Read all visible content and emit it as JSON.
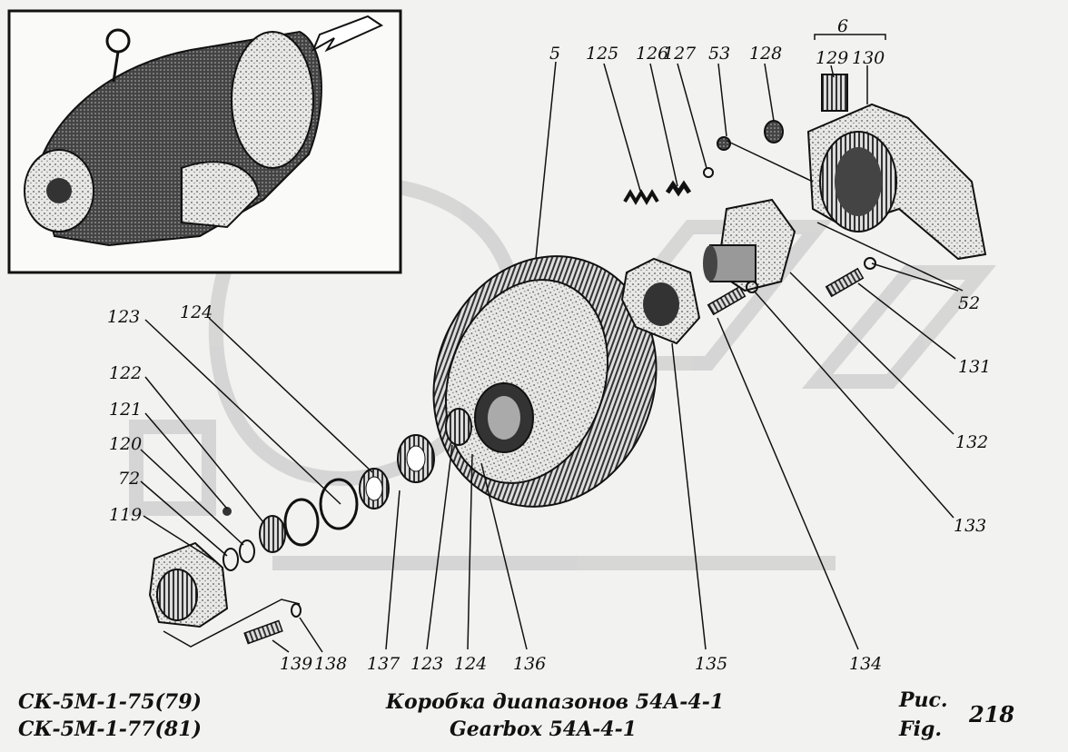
{
  "diagram": {
    "title_ru": "Коробка диапазонов 54А-4-1",
    "title_en": "Gearbox 54A-4-1",
    "models": [
      "СК-5М-1-75(79)",
      "СК-5М-1-77(81)"
    ],
    "fig_label_ru": "Рис.",
    "fig_label_en": "Fig.",
    "fig_number": "218",
    "group_label": "6",
    "part_numbers": {
      "p5": "5",
      "p125": "125",
      "p126": "126",
      "p127": "127",
      "p53": "53",
      "p128": "128",
      "p129": "129",
      "p130": "130",
      "p52": "52",
      "p131": "131",
      "p132": "132",
      "p133": "133",
      "p134": "134",
      "p135": "135",
      "p136": "136",
      "p124b": "124",
      "p123b": "123",
      "p137": "137",
      "p138": "138",
      "p139": "139",
      "p119": "119",
      "p72": "72",
      "p120": "120",
      "p121": "121",
      "p122": "122",
      "p123a": "123",
      "p124a": "124"
    }
  }
}
